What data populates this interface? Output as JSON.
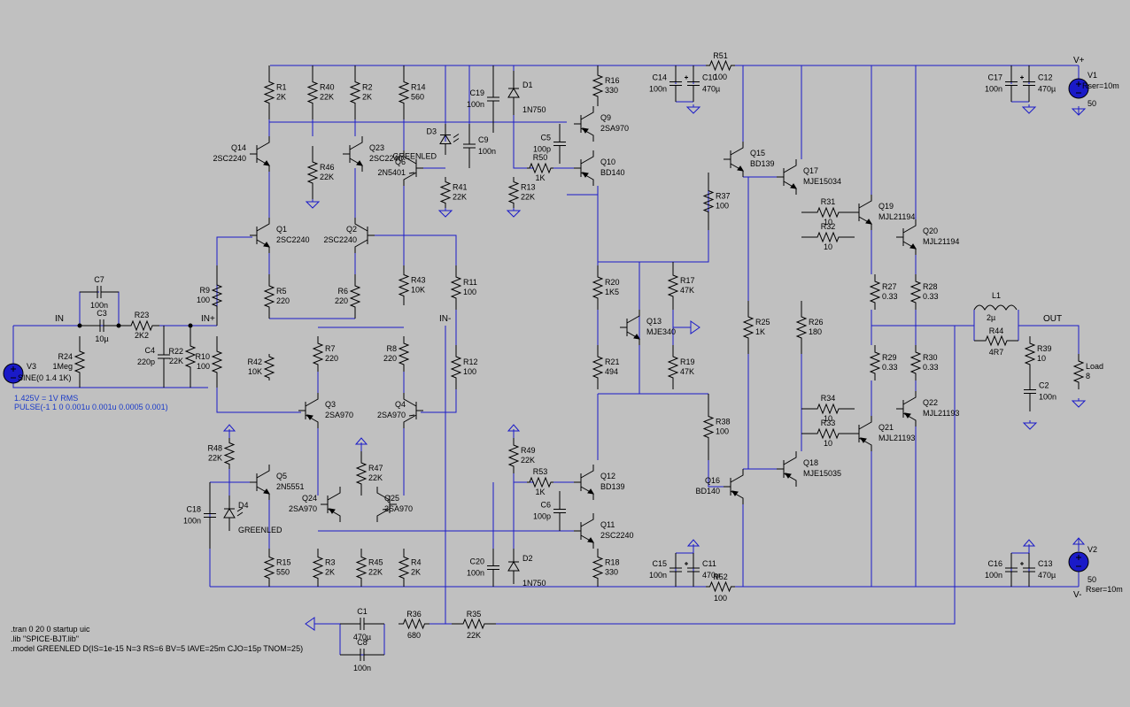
{
  "nets": {
    "in": "IN",
    "in_plus": "IN+",
    "in_minus": "IN-",
    "out": "OUT",
    "v_plus": "V+",
    "v_minus": "V-"
  },
  "components": {
    "R1": [
      "R1",
      "2K"
    ],
    "R40": [
      "R40",
      "22K"
    ],
    "R2": [
      "R2",
      "2K"
    ],
    "R14": [
      "R14",
      "560"
    ],
    "R16": [
      "R16",
      "330"
    ],
    "R51": [
      "R51",
      "100"
    ],
    "R46": [
      "R46",
      "22K"
    ],
    "R41": [
      "R41",
      "22K"
    ],
    "R13": [
      "R13",
      "22K"
    ],
    "R50": [
      "R50",
      "1K"
    ],
    "R37": [
      "R37",
      "100"
    ],
    "R9": [
      "R9",
      "100"
    ],
    "R5": [
      "R5",
      "220"
    ],
    "R6": [
      "R6",
      "220"
    ],
    "R43": [
      "R43",
      "10K"
    ],
    "R11": [
      "R11",
      "100"
    ],
    "R20": [
      "R20",
      "1K5"
    ],
    "R17": [
      "R17",
      "47K"
    ],
    "R21": [
      "R21",
      "494"
    ],
    "R19": [
      "R19",
      "47K"
    ],
    "R31": [
      "R31",
      "10"
    ],
    "R32": [
      "R32",
      "10"
    ],
    "R27": [
      "R27",
      "0.33"
    ],
    "R28": [
      "R28",
      "0.33"
    ],
    "R25": [
      "R25",
      "1K"
    ],
    "R26": [
      "R26",
      "180"
    ],
    "R29": [
      "R29",
      "0.33"
    ],
    "R30": [
      "R30",
      "0.33"
    ],
    "R34": [
      "R34",
      "10"
    ],
    "R33": [
      "R33",
      "10"
    ],
    "R38": [
      "R38",
      "100"
    ],
    "R23": [
      "R23",
      "2K2"
    ],
    "R24": [
      "R24",
      "1Meg"
    ],
    "R22": [
      "R22",
      "22K"
    ],
    "R10": [
      "R10",
      "100"
    ],
    "R42": [
      "R42",
      "10K"
    ],
    "R7": [
      "R7",
      "220"
    ],
    "R8": [
      "R8",
      "220"
    ],
    "R12": [
      "R12",
      "100"
    ],
    "R48": [
      "R48",
      "22K"
    ],
    "R47": [
      "R47",
      "22K"
    ],
    "R15": [
      "R15",
      "550"
    ],
    "R3": [
      "R3",
      "2K"
    ],
    "R45": [
      "R45",
      "22K"
    ],
    "R4": [
      "R4",
      "2K"
    ],
    "R49": [
      "R49",
      "22K"
    ],
    "R53": [
      "R53",
      "1K"
    ],
    "R18": [
      "R18",
      "330"
    ],
    "R52": [
      "R52",
      "100"
    ],
    "R36": [
      "R36",
      "680"
    ],
    "R35": [
      "R35",
      "22K"
    ],
    "R44": [
      "R44",
      "4R7"
    ],
    "R39": [
      "R39",
      "10"
    ],
    "Load": [
      "Load",
      "8"
    ],
    "C19": [
      "C19",
      "100n"
    ],
    "C9": [
      "C9",
      "100n"
    ],
    "C5": [
      "C5",
      "100p"
    ],
    "C14": [
      "C14",
      "100n"
    ],
    "C10": [
      "C10",
      "470µ"
    ],
    "C17": [
      "C17",
      "100n"
    ],
    "C12": [
      "C12",
      "470µ"
    ],
    "C7": [
      "C7",
      "100n"
    ],
    "C3": [
      "C3",
      "10µ"
    ],
    "C4": [
      "C4",
      "220p"
    ],
    "C18": [
      "C18",
      "100n"
    ],
    "C20": [
      "C20",
      "100n"
    ],
    "C6": [
      "C6",
      "100p"
    ],
    "C15": [
      "C15",
      "100n"
    ],
    "C11": [
      "C11",
      "470µ"
    ],
    "C16": [
      "C16",
      "100n"
    ],
    "C13": [
      "C13",
      "470µ"
    ],
    "C1": [
      "C1",
      "470µ"
    ],
    "C8": [
      "C8",
      "100n"
    ],
    "C2": [
      "C2",
      "100n"
    ],
    "L1": [
      "L1",
      "2µ"
    ],
    "D1": [
      "D1",
      "1N750"
    ],
    "D2": [
      "D2",
      "1N750"
    ],
    "D3": [
      "D3",
      "GREENLED"
    ],
    "D4": [
      "D4",
      "GREENLED"
    ],
    "Q14": [
      "Q14",
      "2SC2240"
    ],
    "Q23": [
      "Q23",
      "2SC2240"
    ],
    "Q6": [
      "Q6",
      "2N5401"
    ],
    "Q9": [
      "Q9",
      "2SA970"
    ],
    "Q10": [
      "Q10",
      "BD140"
    ],
    "Q15": [
      "Q15",
      "BD139"
    ],
    "Q17": [
      "Q17",
      "MJE15034"
    ],
    "Q19": [
      "Q19",
      "MJL21194"
    ],
    "Q20": [
      "Q20",
      "MJL21194"
    ],
    "Q1": [
      "Q1",
      "2SC2240"
    ],
    "Q2": [
      "Q2",
      "2SC2240"
    ],
    "Q13": [
      "Q13",
      "MJE340"
    ],
    "Q3": [
      "Q3",
      "2SA970"
    ],
    "Q4": [
      "Q4",
      "2SA970"
    ],
    "Q5": [
      "Q5",
      "2N5551"
    ],
    "Q24": [
      "Q24",
      "2SA970"
    ],
    "Q25": [
      "Q25",
      "2SA970"
    ],
    "Q12": [
      "Q12",
      "BD139"
    ],
    "Q11": [
      "Q11",
      "2SC2240"
    ],
    "Q16": [
      "Q16",
      "BD140"
    ],
    "Q18": [
      "Q18",
      "MJE15035"
    ],
    "Q22": [
      "Q22",
      "MJL21193"
    ],
    "Q21": [
      "Q21",
      "MJL21193"
    ],
    "V1": [
      "V1",
      "Rser=10m",
      "50"
    ],
    "V2": [
      "V2",
      "50",
      "Rser=10m"
    ],
    "V3": [
      "V3",
      "SINE(0 1.4 1K)"
    ]
  },
  "source_directives": [
    "1.425V = 1V RMS",
    "PULSE(-1 1 0 0.001u 0.001u 0.0005 0.001)"
  ],
  "spice_directives": [
    ".tran 0 20 0 startup uic",
    ".lib \"SPICE-BJT.lib\"",
    ".model GREENLED D(IS=1e-15 N=3 RS=6 BV=5 IAVE=25m CJO=15p TNOM=25)"
  ]
}
